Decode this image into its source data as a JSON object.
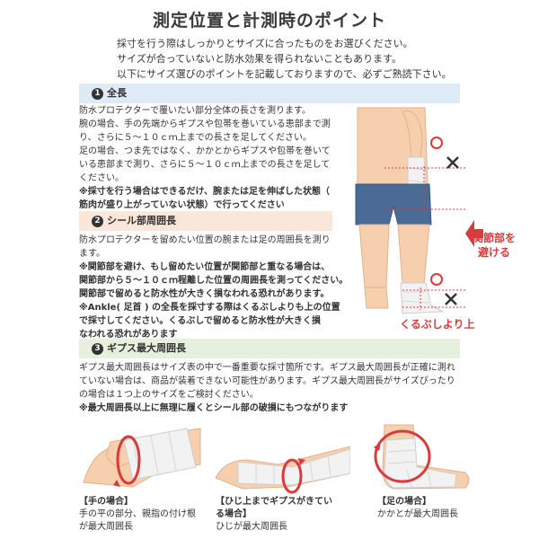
{
  "title": "測定位置と計測時のポイント",
  "intro": [
    "採寸を行う際はしっかりとサイズに合ったものをお選びください。",
    "サイズが合っていないと防水効果を得られないこともあります。",
    "以下にサイズ選びのポイントを記載しておりますので、必ずご熟読下さい。"
  ],
  "section1": {
    "number": "1",
    "title": "全長",
    "lines": [
      "防水プロテクターで覆いたい部分全体の長さを測ります。",
      "腕の場合、手の先端からギプスや包帯を巻いている患部まで測",
      "り、さらに５～１０ｃｍ上までの長さを足してください。",
      "足の場合、つま先ではなく、かかとからギプスや包帯を巻いて",
      "いる患部まで測り、さらに５～１０ｃｍ上までの長さを足して",
      "ください。"
    ],
    "bold_lines": [
      "※採寸を行う場合はできるだけ、腕または足を伸ばした状態（",
      "筋肉が盛り上がっていない状態）で行ってください"
    ]
  },
  "section2": {
    "number": "2",
    "title": "シール部周囲長",
    "lines": [
      "防水プロテクターを留めたい位置の腕または足の周囲長を測り",
      "ます。"
    ],
    "bold_lines": [
      "※関節部を避け、もし留めたい位置が関節部と重なる場合は、",
      "関節部から５～１０ｃｍ程離した位置の周囲長を測ってください。",
      "関節部で留めると防水性が大きく損なわれる恐れがあります。",
      "※Ankle( 足首 ) の全長を採寸する際はくるぶしよりも上の位置",
      "で採寸してください。くるぶしで留めると防水性が大きく損",
      "なわれる恐れがあります"
    ]
  },
  "section3": {
    "number": "3",
    "title": "ギプス最大周囲長",
    "lines": [
      "ギプス最大周囲長はサイズ表の中で一番重要な採寸箇所です。ギプス最大周囲長が正確に測れ",
      "ていない場合は、商品が装着できない可能性があります。ギプス最大周囲長がサイズぴったり",
      "の場合は１つ上のサイズをご検討ください。"
    ],
    "bold_lines": [
      "※最大周囲長以上に無理に履くとシール部の破損にもつながります"
    ]
  },
  "figure_labels": {
    "joint_avoid": [
      "関節部を",
      "避ける"
    ],
    "above_ankle": "くるぶしより上",
    "circle_mark": "○",
    "cross_mark": "×"
  },
  "captions": {
    "hand": {
      "title": "【手の場合】",
      "lines": [
        "手の平の部分、親指の付け根",
        "が最大周囲長"
      ]
    },
    "elbow": {
      "title": "【ひじ上までギプスがきてい",
      "title2": "る場合】",
      "lines": [
        "ひじが最大周囲長"
      ]
    },
    "foot": {
      "title": "【足の場合】",
      "lines": [
        "かかとが最大周囲長"
      ]
    }
  },
  "colors": {
    "accent_red": "#d63c3c",
    "header_blue": "#deeaf6",
    "header_orange": "#fbe6da",
    "header_green": "#e6f0dc",
    "skin": "#f6cfae",
    "shorts": "#4a6b96",
    "bandage": "#f2f2f2"
  }
}
